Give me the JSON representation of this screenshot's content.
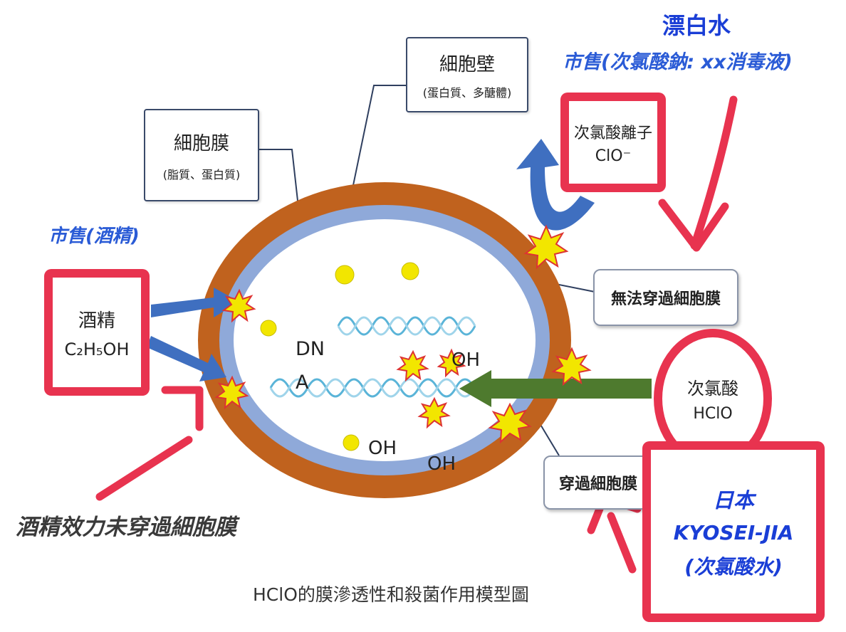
{
  "bleach": {
    "title": "漂白水",
    "subtitle": "市售(次氯酸鈉: xx消毒液)"
  },
  "cell_wall": {
    "title": "細胞壁",
    "detail": "(蛋白質、多醣體)"
  },
  "cell_membrane": {
    "title": "細胞膜",
    "detail": "(脂質、蛋白質)"
  },
  "hypochlorite_ion": {
    "name": "次氯酸離子",
    "formula": "ClO⁻"
  },
  "alcohol": {
    "heading": "市售(酒精)",
    "name": "酒精",
    "formula": "C₂H₅OH",
    "caption": "酒精效力未穿過細胞膜"
  },
  "cannot_pass": "無法穿過細胞膜",
  "hclo": {
    "name": "次氯酸",
    "formula": "HClO"
  },
  "passes": "穿過細胞膜",
  "kyosei": {
    "line1": "日本",
    "line2": "KYOSEI-JIA",
    "line3": "(次氯酸水)"
  },
  "inside": {
    "dna_line1": "DN",
    "dna_line2": "A",
    "oh_1": "OH",
    "oh_2": "OH",
    "oh_3": "OH"
  },
  "figure_caption": "HClO的膜滲透性和殺菌作用模型圖",
  "colors": {
    "cell_wall": "#c0621e",
    "membrane": "#8fa9d9",
    "cytoplasm": "#ffffff",
    "red_highlight": "#e8334f",
    "blue_arrow": "#3f6fc0",
    "green_arrow": "#4e7a2e",
    "yellow": "#f2e600",
    "label_blue": "#2a5bd6"
  }
}
